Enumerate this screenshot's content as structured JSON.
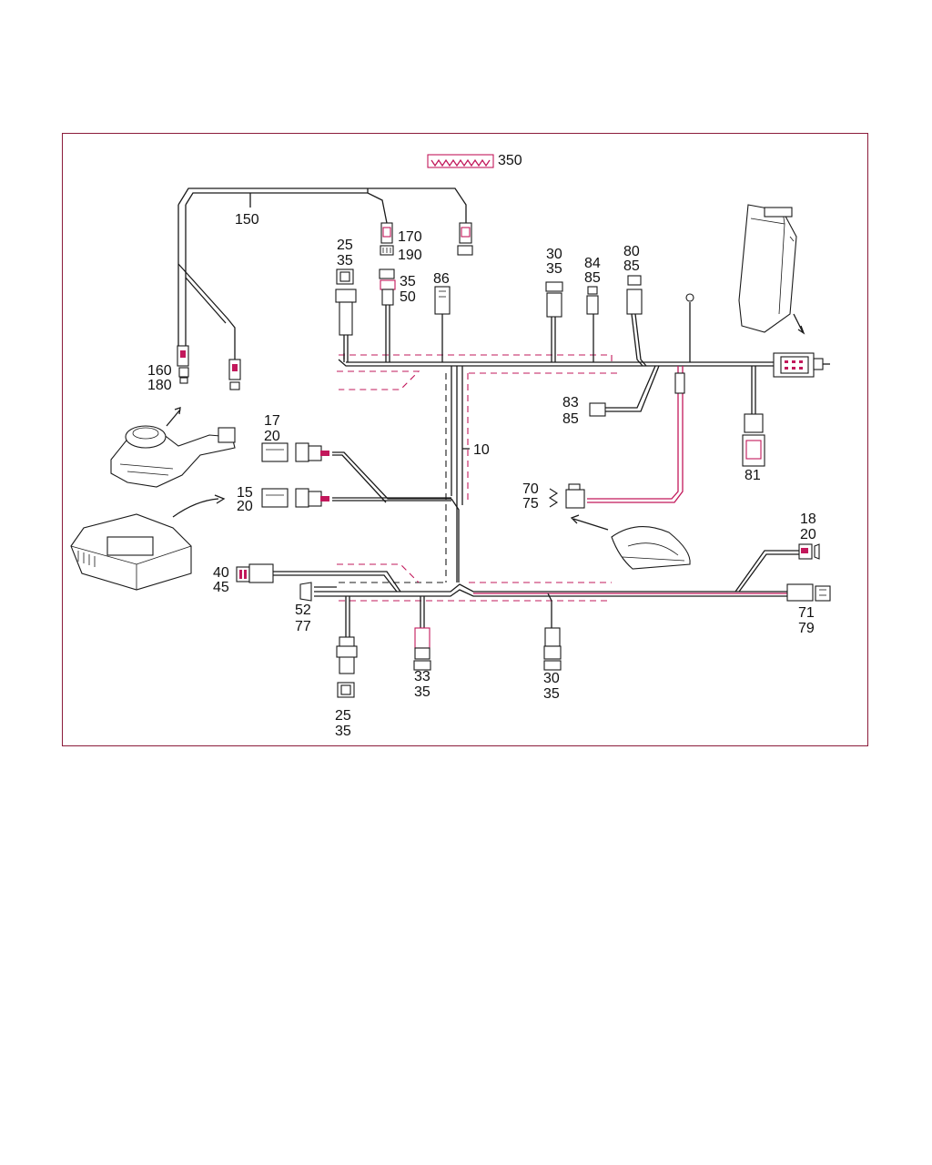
{
  "diagram": {
    "accent_color": "#c2185b",
    "line_color": "#1a1a1a",
    "frame_color": "#8b1b3a",
    "labels": {
      "l350": "350",
      "l150": "150",
      "l170": "170",
      "l190": "190",
      "l25a": "25",
      "l35a": "35",
      "l35b": "35",
      "l50": "50",
      "l86": "86",
      "l30a": "30",
      "l35c": "35",
      "l84": "84",
      "l85a": "85",
      "l80": "80",
      "l85b": "85",
      "l160": "160",
      "l180": "180",
      "l83": "83",
      "l85c": "85",
      "l17": "17",
      "l20a": "20",
      "l10": "10",
      "l81": "81",
      "l15": "15",
      "l20b": "20",
      "l70": "70",
      "l75": "75",
      "l18": "18",
      "l20c": "20",
      "l40": "40",
      "l45": "45",
      "l52": "52",
      "l77": "77",
      "l71": "71",
      "l79": "79",
      "l33": "33",
      "l35d": "35",
      "l30b": "30",
      "l35e": "35",
      "l25b": "25",
      "l35f": "35"
    }
  }
}
